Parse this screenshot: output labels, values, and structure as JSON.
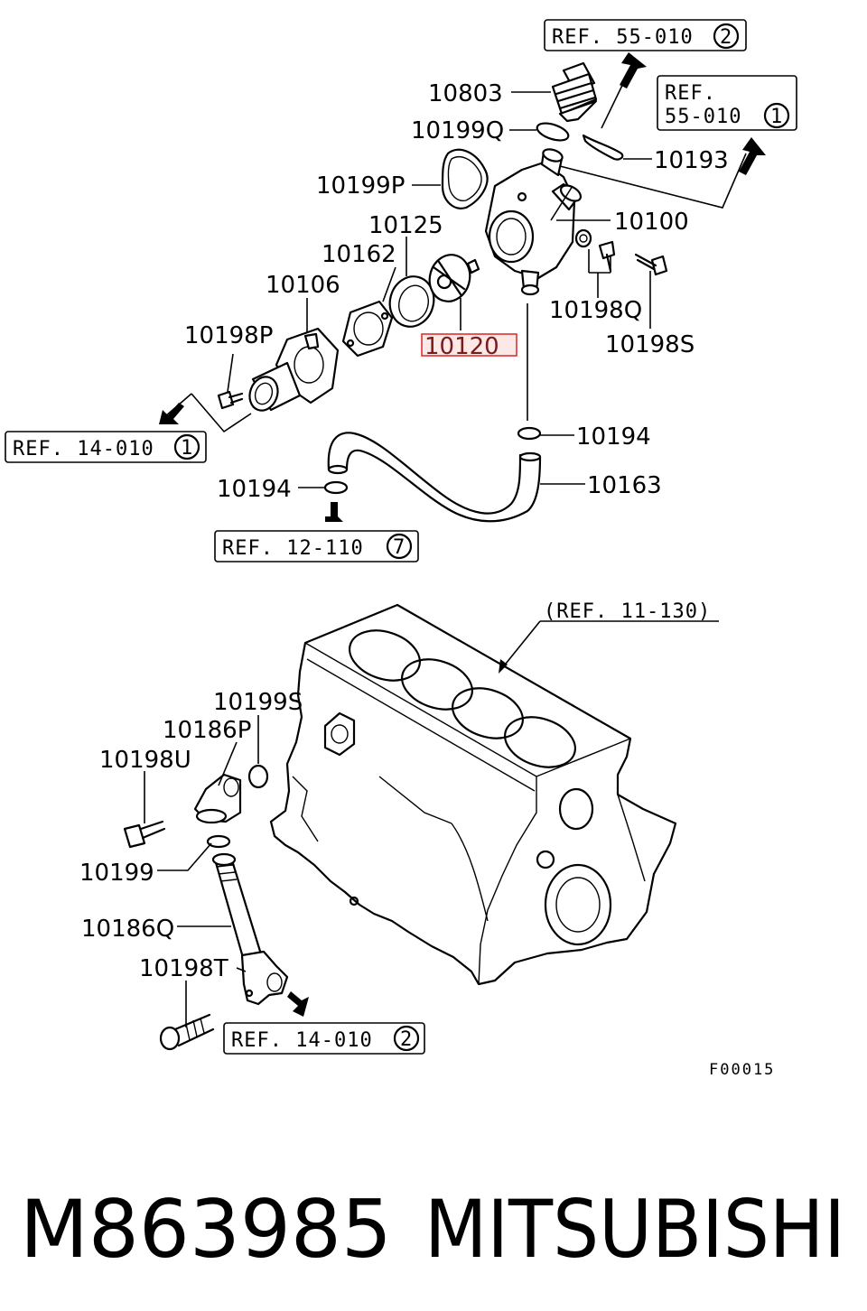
{
  "parts": {
    "p10803": "10803",
    "p10199Q": "10199Q",
    "p10193": "10193",
    "p10199P": "10199P",
    "p10100": "10100",
    "p10125": "10125",
    "p10162": "10162",
    "p10106": "10106",
    "p10198Q": "10198Q",
    "p10120": "10120",
    "p10198S": "10198S",
    "p10198P": "10198P",
    "p10194a": "10194",
    "p10194b": "10194",
    "p10163": "10163",
    "p10199S": "10199S",
    "p10186P": "10186P",
    "p10198U": "10198U",
    "p10199": "10199",
    "p10186Q": "10186Q",
    "p10198T": "10198T"
  },
  "refs": {
    "r55_010_2": {
      "text": "REF. 55-010",
      "num": "2"
    },
    "r55_010_1": {
      "line1": "REF.",
      "line2": "55-010",
      "num": "1"
    },
    "r14_010_1": {
      "text": "REF. 14-010",
      "num": "1"
    },
    "r12_110_7": {
      "text": "REF. 12-110",
      "num": "7"
    },
    "r11_130": "(REF. 11-130)",
    "r14_010_2": {
      "text": "REF. 14-010",
      "num": "2"
    }
  },
  "diagram_code": "F00015",
  "highlight_color": "#e0302f",
  "footer": {
    "part_number": "M863985",
    "brand": "MITSUBISHI"
  }
}
